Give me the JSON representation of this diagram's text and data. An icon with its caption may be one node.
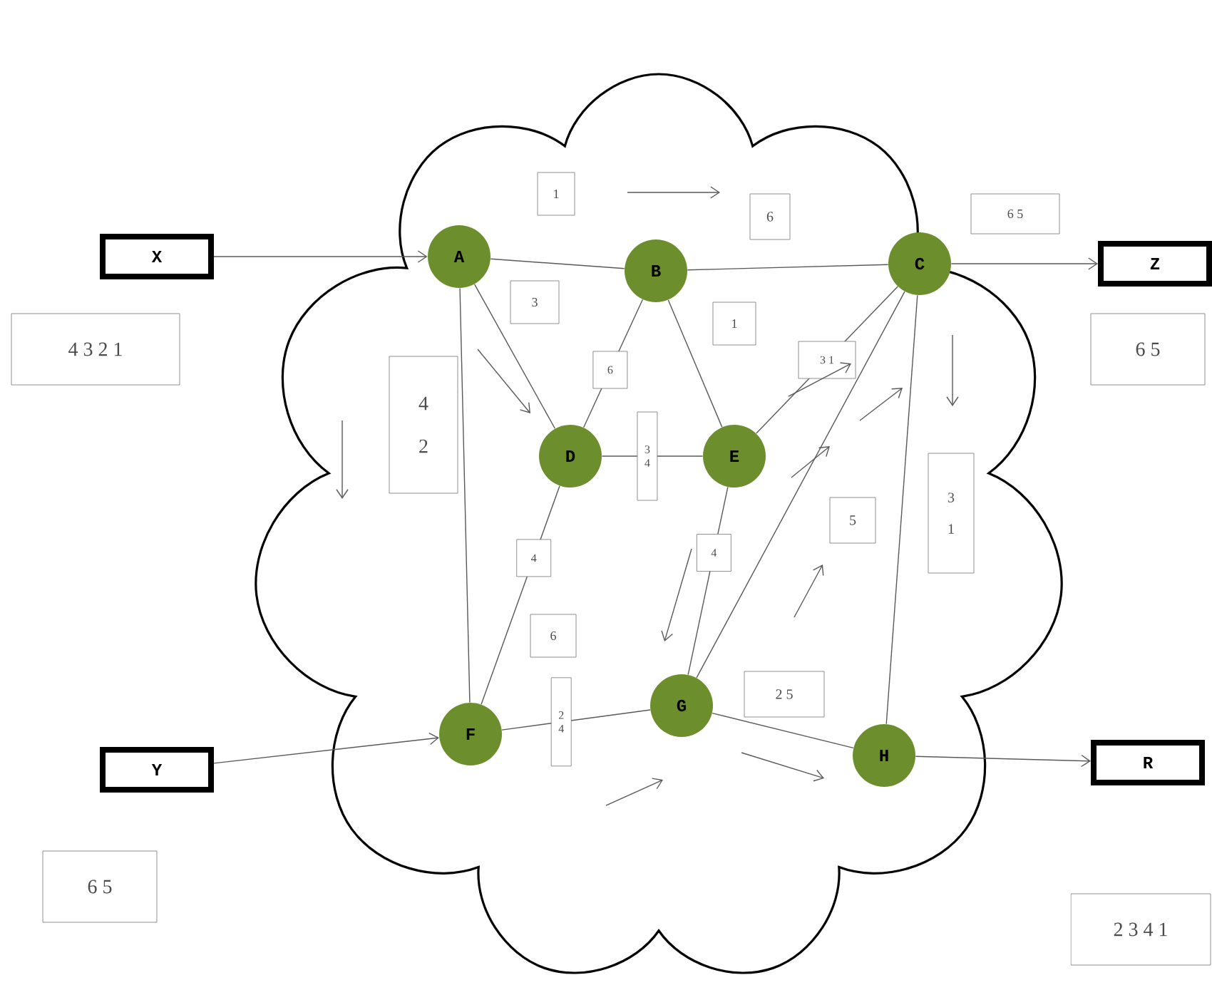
{
  "diagram": {
    "nodes": [
      {
        "text": [],
        "shape": "cloud"
      },
      {
        "text": [
          "X"
        ]
      },
      {
        "text": [
          "A"
        ],
        "in": 0
      },
      {
        "text": [
          "B"
        ],
        "in": 0
      },
      {
        "text": [
          "C"
        ],
        "in": 0
      },
      {
        "text": [
          "Z"
        ]
      },
      {
        "text": [
          "D"
        ],
        "in": 0
      },
      {
        "text": [
          "E"
        ],
        "in": 0
      },
      {
        "text": [
          "F"
        ],
        "in": 0
      },
      {
        "text": [
          "G"
        ],
        "in": 0
      },
      {
        "text": [
          "H"
        ],
        "in": 0
      },
      {
        "text": [
          "Y"
        ]
      },
      {
        "text": [
          "R"
        ]
      }
    ],
    "edges": [
      {
        "from": 1,
        "to": 2,
        "arrow": "to"
      },
      {
        "from": 2,
        "to": 3,
        "arrow": "none"
      },
      {
        "from": 3,
        "to": 4,
        "arrow": "none"
      },
      {
        "from": 4,
        "to": 5,
        "arrow": "to"
      },
      {
        "from": 2,
        "to": 6,
        "arrow": "none"
      },
      {
        "from": 2,
        "to": 8,
        "arrow": "none"
      },
      {
        "from": 3,
        "to": 6,
        "arrow": "none",
        "label": "6"
      },
      {
        "from": 3,
        "to": 7,
        "arrow": "none"
      },
      {
        "from": 6,
        "to": 7,
        "arrow": "none",
        "label": "3 4"
      },
      {
        "from": 6,
        "to": 8,
        "arrow": "none",
        "label": "4"
      },
      {
        "from": 7,
        "to": 4,
        "arrow": "none",
        "label": "3 1"
      },
      {
        "from": 7,
        "to": 9,
        "arrow": "none",
        "label": "4"
      },
      {
        "from": 9,
        "to": 4,
        "arrow": "none"
      },
      {
        "from": 4,
        "to": 10,
        "arrow": "none"
      },
      {
        "from": 8,
        "to": 9,
        "arrow": "none",
        "label": "2 4"
      },
      {
        "from": 9,
        "to": 10,
        "arrow": "none"
      },
      {
        "from": 10,
        "to": 12,
        "arrow": "to"
      },
      {
        "from": 11,
        "to": 8,
        "arrow": "to"
      }
    ],
    "labels": [
      "1",
      "6",
      "6 5",
      "3",
      "1",
      "4 3 2 1",
      "6 5",
      "4 2",
      "6",
      "5",
      "3 1",
      "2 5",
      "6 5",
      "2 3 4 1"
    ]
  }
}
